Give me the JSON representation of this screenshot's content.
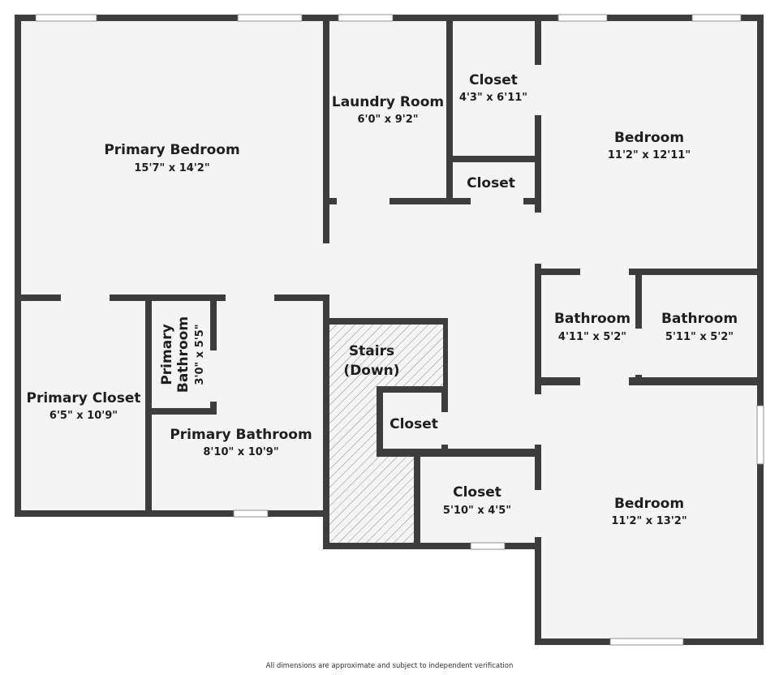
{
  "colors": {
    "wall": "#3d3d3d",
    "floor": "#f4f4f4",
    "window": "#ffffff"
  },
  "rooms": {
    "primary_bedroom": {
      "name": "Primary Bedroom",
      "dims": "15'7\" x 14'2\""
    },
    "laundry": {
      "name": "Laundry Room",
      "dims": "6'0\" x 9'2\""
    },
    "closet_top": {
      "name": "Closet",
      "dims": "4'3\" x 6'11\""
    },
    "closet_small": {
      "name": "Closet"
    },
    "bedroom_top": {
      "name": "Bedroom",
      "dims": "11'2\" x 12'11\""
    },
    "bathroom_1": {
      "name": "Bathroom",
      "dims": "4'11\" x 5'2\""
    },
    "bathroom_2": {
      "name": "Bathroom",
      "dims": "5'11\" x 5'2\""
    },
    "stairs": {
      "name_line1": "Stairs",
      "name_line2": "(Down)"
    },
    "closet_mid": {
      "name": "Closet"
    },
    "closet_bottom": {
      "name": "Closet",
      "dims": "5'10\" x 4'5\""
    },
    "bedroom_bottom": {
      "name": "Bedroom",
      "dims": "11'2\" x 13'2\""
    },
    "primary_closet": {
      "name": "Primary Closet",
      "dims": "6'5\" x 10'9\""
    },
    "primary_bath_small": {
      "name_line1": "Primary",
      "name_line2": "Bathroom",
      "dims": "3'0\" x 5'5\""
    },
    "primary_bathroom": {
      "name": "Primary Bathroom",
      "dims": "8'10\" x 10'9\""
    }
  },
  "footer": "All dimensions are approximate and subject to independent verification"
}
